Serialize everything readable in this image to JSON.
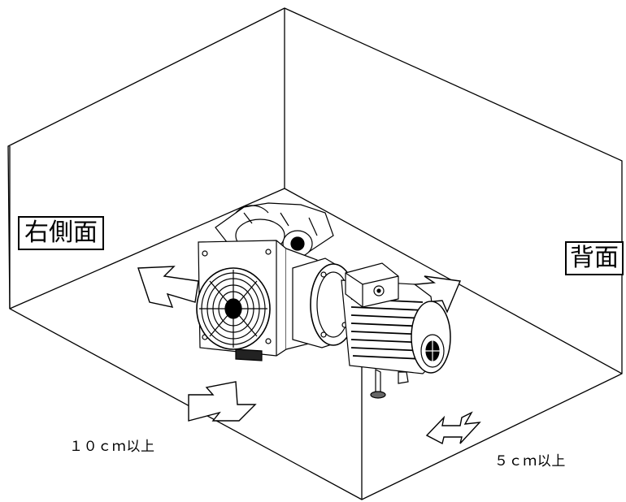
{
  "labels": {
    "right_side": "右側面",
    "back": "背面"
  },
  "clearances": {
    "side": "１０ｃｍ以上",
    "back": "５ｃｍ以上"
  }
}
